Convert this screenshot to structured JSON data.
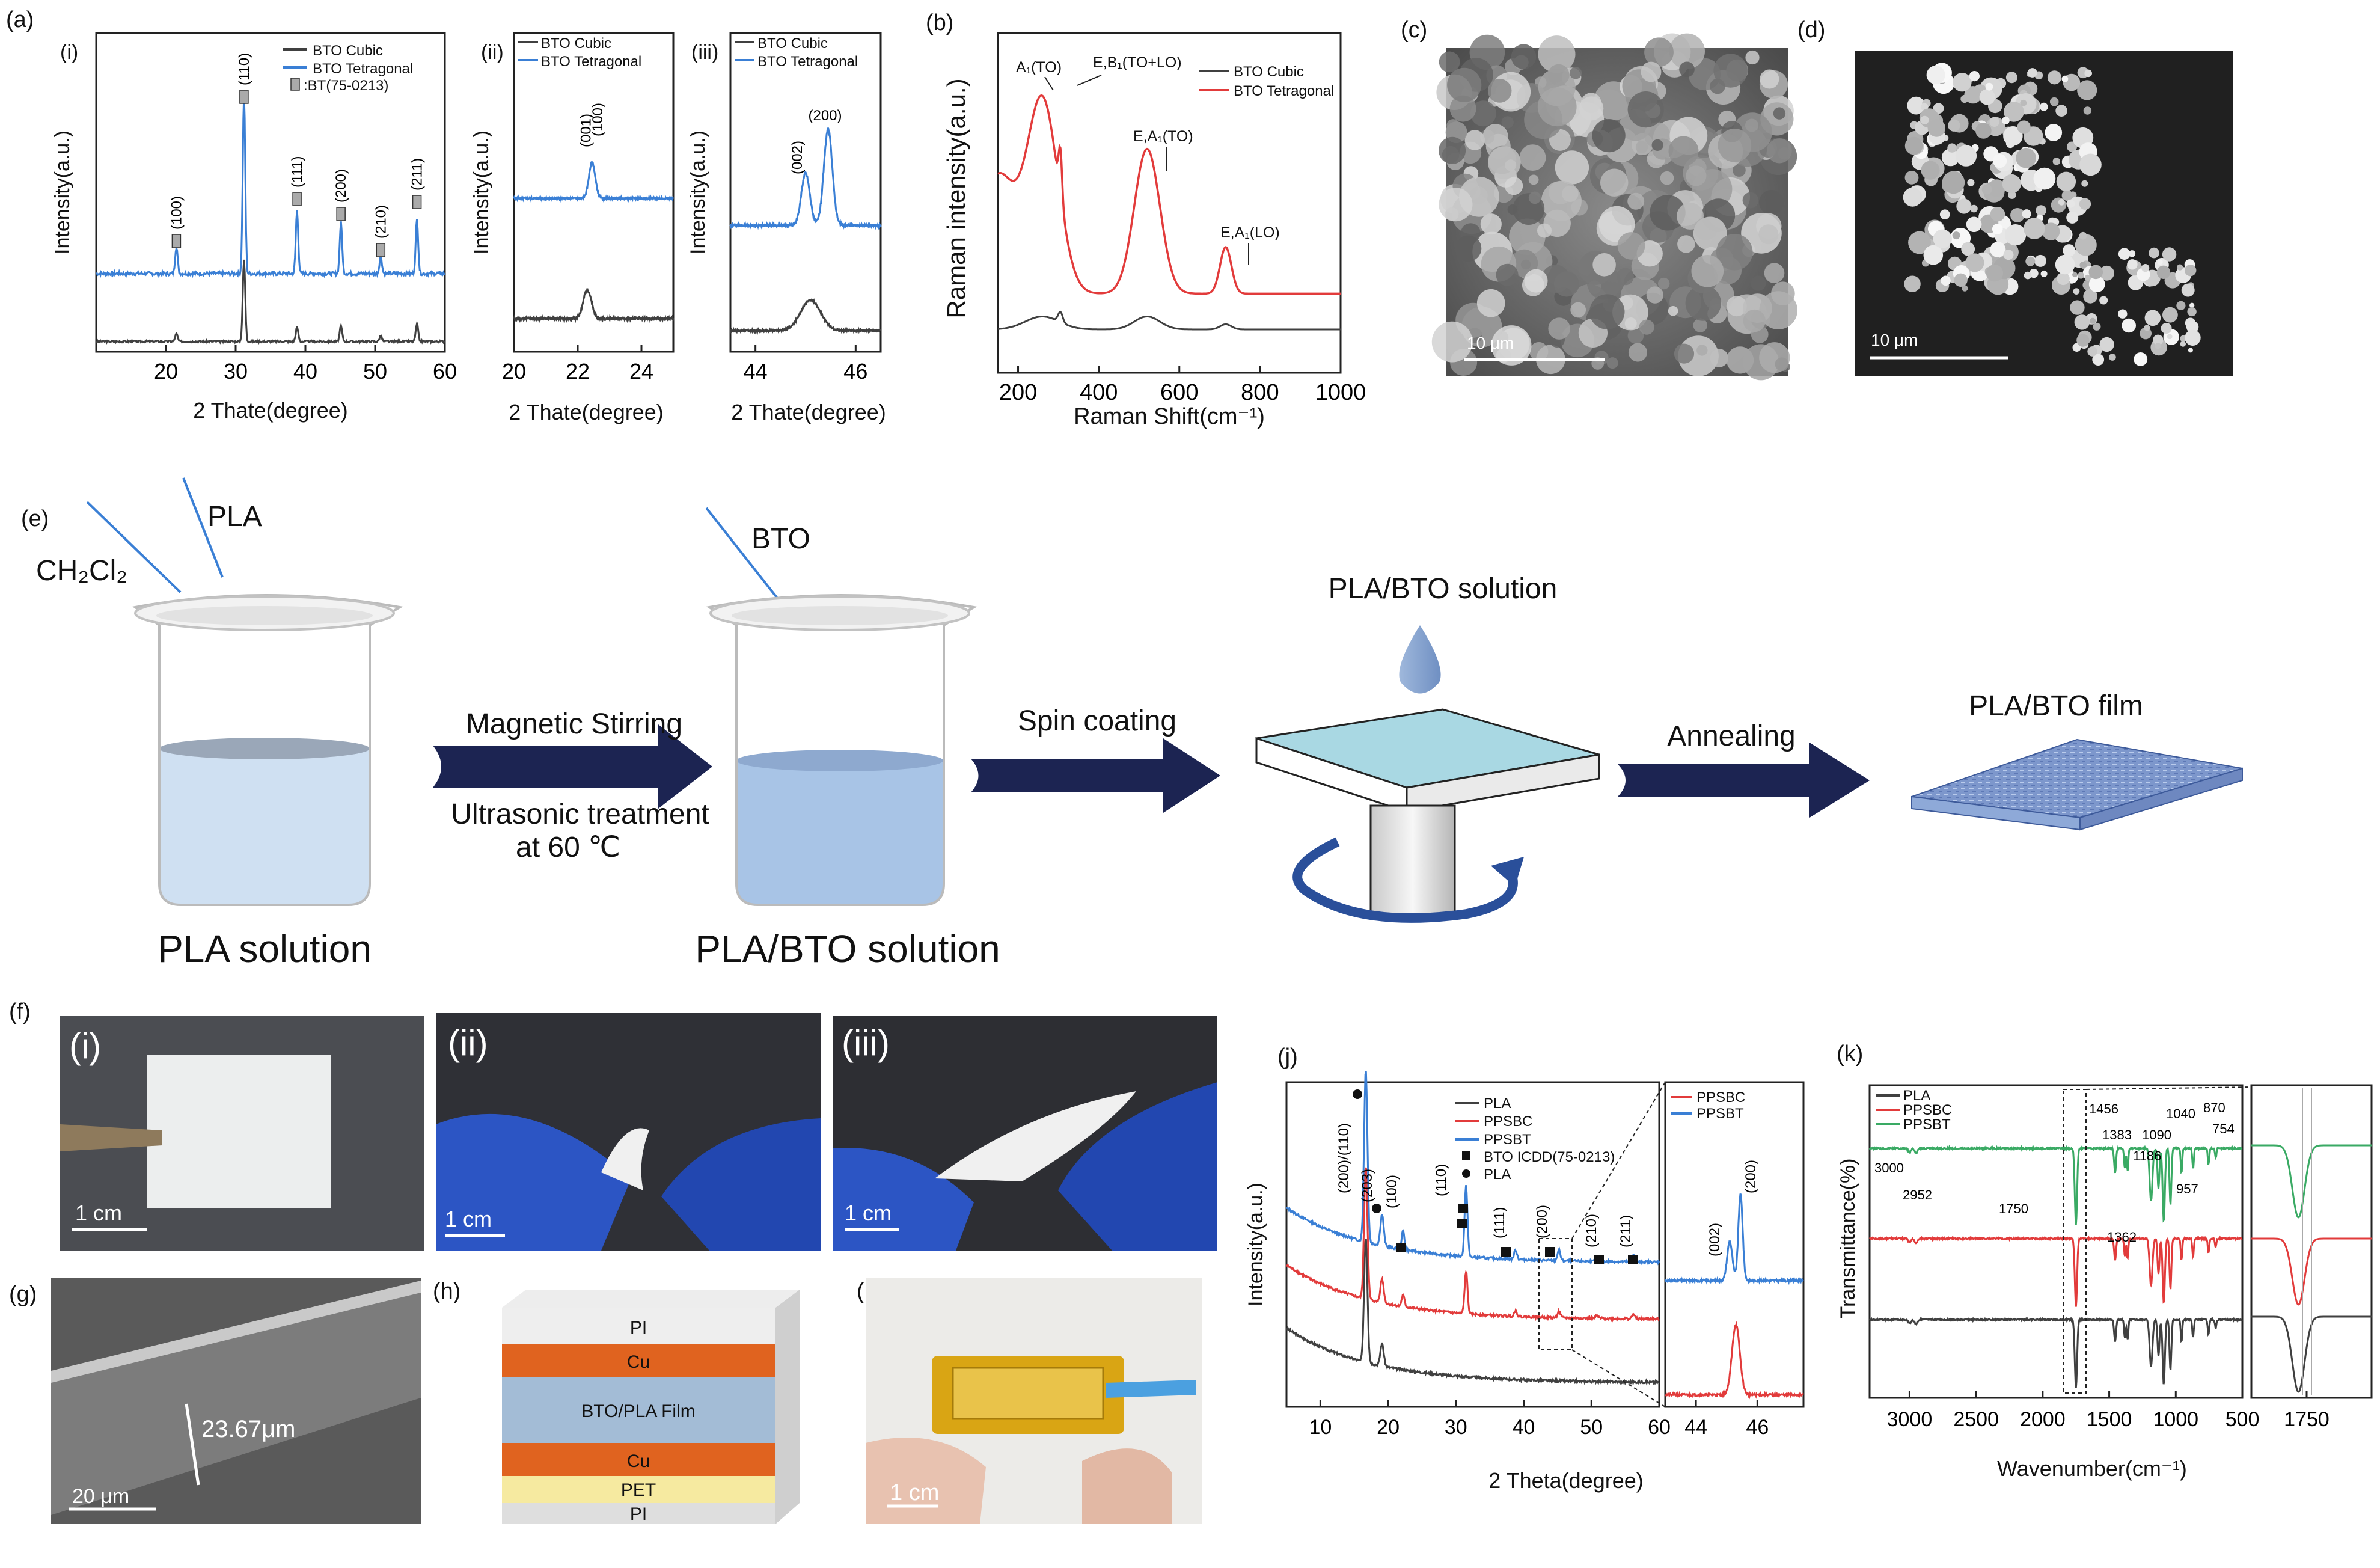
{
  "panels": {
    "a": "(a)",
    "b": "(b)",
    "c": "(c)",
    "d": "(d)",
    "e": "(e)",
    "f": "(f)",
    "g": "(g)",
    "h": "(h)",
    "i": "(i)",
    "j": "(j)",
    "k": "(k)"
  },
  "subpanels": {
    "a_i": "(i)",
    "a_ii": "(ii)",
    "a_iii": "(iii)",
    "f_i": "(i)",
    "f_ii": "(ii)",
    "f_iii": "(iii)"
  },
  "colors": {
    "cubic": "#404040",
    "tetragonal": "#3a7fd5",
    "red": "#e23b3b",
    "blue": "#3a7fd5",
    "green": "#3aaa64",
    "arrow": "#1c2452",
    "pla_solution": "#cfe0f2",
    "pla_bto_solution": "#a8c4e6"
  },
  "chart_data": [
    {
      "type": "line",
      "id": "a_i",
      "ylabel": "Intensity(a.u.)",
      "xlabel": "2 Thate(degree)",
      "xlim": [
        10,
        60
      ],
      "xticks": [
        "20",
        "30",
        "40",
        "50",
        "60"
      ],
      "series": [
        {
          "name": "BTO Cubic",
          "offset": 0,
          "peaks": [
            [
              21.5,
              0.08
            ],
            [
              31.2,
              0.85
            ],
            [
              38.8,
              0.15
            ],
            [
              45.1,
              0.16
            ],
            [
              50.8,
              0.06
            ],
            [
              56.0,
              0.18
            ]
          ]
        },
        {
          "name": "BTO Tetragonal",
          "offset": 1,
          "peaks": [
            [
              21.5,
              0.15
            ],
            [
              31.2,
              1.0
            ],
            [
              38.8,
              0.35
            ],
            [
              45.1,
              0.28
            ],
            [
              50.8,
              0.1
            ],
            [
              56.0,
              0.3
            ]
          ]
        }
      ],
      "legend": [
        "BTO Cubic",
        "BTO Tetragonal",
        ":BT(75-0213)"
      ],
      "annotations": [
        {
          "x": 21.5,
          "label": "(100)"
        },
        {
          "x": 31.2,
          "label": "(110)"
        },
        {
          "x": 38.8,
          "label": "(111)"
        },
        {
          "x": 45.1,
          "label": "(200)"
        },
        {
          "x": 50.8,
          "label": "(210)"
        },
        {
          "x": 56.0,
          "label": "(211)"
        }
      ]
    },
    {
      "type": "line",
      "id": "a_ii",
      "ylabel": "Intensity(a.u.)",
      "xlabel": "2 Thate(degree)",
      "xlim": [
        20,
        25
      ],
      "xticks": [
        "20",
        "22",
        "24"
      ],
      "series": [
        {
          "name": "BTO Cubic",
          "peaks": [
            [
              22.3,
              0.12
            ]
          ]
        },
        {
          "name": "BTO Tetragonal",
          "peaks": [
            [
              22.45,
              0.2
            ]
          ]
        }
      ],
      "legend": [
        "BTO Cubic",
        "BTO Tetragonal"
      ],
      "annotations": [
        {
          "x": 22.25,
          "label": "(001)"
        },
        {
          "x": 22.55,
          "label": "(100)"
        }
      ]
    },
    {
      "type": "line",
      "id": "a_iii",
      "ylabel": "Intensity(a.u.)",
      "xlabel": "2 Thate(degree)",
      "xlim": [
        43.5,
        46.5
      ],
      "xticks": [
        "44",
        "46"
      ],
      "series": [
        {
          "name": "BTO Cubic",
          "peaks": [
            [
              45.1,
              0.3
            ]
          ]
        },
        {
          "name": "BTO Tetragonal",
          "peaks": [
            [
              45.0,
              0.3
            ],
            [
              45.45,
              0.55
            ]
          ]
        }
      ],
      "legend": [
        "BTO Cubic",
        "BTO Tetragonal"
      ],
      "annotations": [
        {
          "x": 44.95,
          "label": "(002)"
        },
        {
          "x": 45.45,
          "label": "(200)"
        }
      ]
    },
    {
      "type": "line",
      "id": "b",
      "ylabel": "Raman intensity(a.u.)",
      "xlabel": "Raman Shift(cm⁻¹)",
      "xlim": [
        150,
        1000
      ],
      "xticks": [
        "200",
        "400",
        "600",
        "800",
        "1000"
      ],
      "series": [
        {
          "name": "BTO Cubic"
        },
        {
          "name": "BTO Tetragonal"
        }
      ],
      "legend": [
        "BTO Cubic",
        "BTO Tetragonal"
      ],
      "annotations": [
        "A₁(TO)",
        "E,B₁(TO+LO)",
        "E,A₁(TO)",
        "E,A₁(LO)"
      ]
    },
    {
      "type": "line",
      "id": "j",
      "ylabel": "Intensity(a.u.)",
      "xlabel": "2 Theta(degree)",
      "xlim": [
        5,
        60
      ],
      "xticks": [
        "10",
        "20",
        "30",
        "40",
        "50",
        "60"
      ],
      "inset_xticks": [
        "44",
        "46"
      ],
      "series": [
        {
          "name": "PLA"
        },
        {
          "name": "PPSBC"
        },
        {
          "name": "PPSBT"
        }
      ],
      "legend": [
        "PLA",
        "PPSBC",
        "PPSBT",
        "BTO ICDD(75-0213)",
        "PLA"
      ],
      "inset_legend": [
        "PPSBC",
        "PPSBT"
      ],
      "annotations": [
        "(200)/(110)",
        "(203)",
        "(100)",
        "(110)",
        "(111)",
        "(200)",
        "(210)",
        "(211)",
        "(002)",
        "(200)"
      ]
    },
    {
      "type": "line",
      "id": "k",
      "ylabel": "Transmittance(%)",
      "xlabel": "Wavenumber(cm⁻¹)",
      "xlim": [
        3300,
        500
      ],
      "xticks": [
        "3000",
        "2500",
        "2000",
        "1500",
        "1000",
        "500"
      ],
      "inset_xticks": [
        "1750"
      ],
      "series": [
        {
          "name": "PLA"
        },
        {
          "name": "PPSBC"
        },
        {
          "name": "PPSBT"
        }
      ],
      "legend": [
        "PLA",
        "PPSBC",
        "PPSBT"
      ],
      "annotations": [
        "3000",
        "2952",
        "1750",
        "1456",
        "1383",
        "1362",
        "1186",
        "1090",
        "1040",
        "957",
        "870",
        "754"
      ]
    }
  ],
  "sem": {
    "c_scale": "10 μm",
    "d_scale": "10 μm"
  },
  "process": {
    "ch2cl2": "CH₂Cl₂",
    "pla": "PLA",
    "bto": "BTO",
    "step1": "Magnetic Stirring",
    "step1b": "Ultrasonic treatment",
    "step1c": "at 60 ℃",
    "step2": "Spin coating",
    "step3": "Annealing",
    "beaker1": "PLA solution",
    "beaker2": "PLA/BTO solution",
    "spin_label": "PLA/BTO solution",
    "film_label": "PLA/BTO film"
  },
  "photos": {
    "f_i_scale": "1 cm",
    "f_ii_scale": "1 cm",
    "f_iii_scale": "1 cm",
    "i_scale": "1 cm"
  },
  "g": {
    "thickness": "23.67μm",
    "scale": "20 μm"
  },
  "stack": [
    "PI",
    "Cu",
    "BTO/PLA Film",
    "Cu",
    "PET",
    "PI"
  ]
}
